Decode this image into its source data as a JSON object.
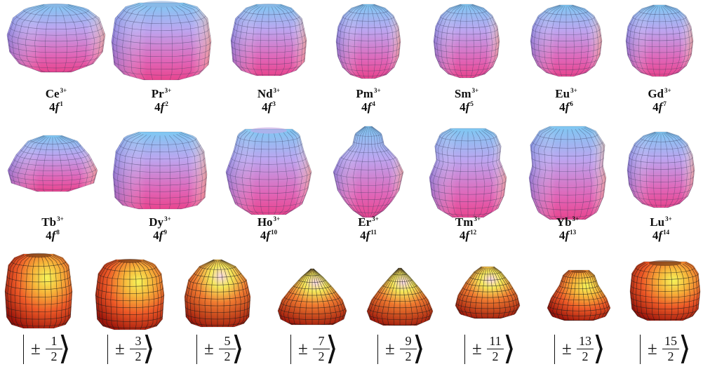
{
  "rows": {
    "row1": [
      {
        "symbol": "Ce",
        "charge": "3+",
        "config": "4f",
        "electrons": "1"
      },
      {
        "symbol": "Pr",
        "charge": "3+",
        "config": "4f",
        "electrons": "2"
      },
      {
        "symbol": "Nd",
        "charge": "3+",
        "config": "4f",
        "electrons": "3"
      },
      {
        "symbol": "Pm",
        "charge": "3+",
        "config": "4f",
        "electrons": "4"
      },
      {
        "symbol": "Sm",
        "charge": "3+",
        "config": "4f",
        "electrons": "5"
      },
      {
        "symbol": "Eu",
        "charge": "3+",
        "config": "4f",
        "electrons": "6"
      },
      {
        "symbol": "Gd",
        "charge": "3+",
        "config": "4f",
        "electrons": "7"
      }
    ],
    "row2": [
      {
        "symbol": "Tb",
        "charge": "3+",
        "config": "4f",
        "electrons": "8"
      },
      {
        "symbol": "Dy",
        "charge": "3+",
        "config": "4f",
        "electrons": "9"
      },
      {
        "symbol": "Ho",
        "charge": "3+",
        "config": "4f",
        "electrons": "10"
      },
      {
        "symbol": "Er",
        "charge": "3+",
        "config": "4f",
        "electrons": "11"
      },
      {
        "symbol": "Tm",
        "charge": "3+",
        "config": "4f",
        "electrons": "12"
      },
      {
        "symbol": "Yb",
        "charge": "3+",
        "config": "4f",
        "electrons": "13"
      },
      {
        "symbol": "Lu",
        "charge": "3+",
        "config": "4f",
        "electrons": "14"
      }
    ],
    "row3": [
      {
        "sign": "±",
        "numerator": "1",
        "denominator": "2"
      },
      {
        "sign": "±",
        "numerator": "3",
        "denominator": "2"
      },
      {
        "sign": "±",
        "numerator": "5",
        "denominator": "2"
      },
      {
        "sign": "±",
        "numerator": "7",
        "denominator": "2"
      },
      {
        "sign": "±",
        "numerator": "9",
        "denominator": "2"
      },
      {
        "sign": "±",
        "numerator": "11",
        "denominator": "2"
      },
      {
        "sign": "±",
        "numerator": "13",
        "denominator": "2"
      },
      {
        "sign": "±",
        "numerator": "15",
        "denominator": "2"
      }
    ]
  },
  "colors": {
    "pink_top": "#8fd0f4",
    "pink_mid": "#c89ef2",
    "pink_bottom": "#ea4f9f",
    "pink_grid": "#3a3a5a",
    "orange_highlight": "#f2f050",
    "orange_mid": "#f05a2a",
    "orange_dark": "#a8190c",
    "orange_grid": "#1a1a1a"
  },
  "icons": {
    "row1_shapes": "4f-charge-density-surface",
    "row2_shapes": "4f-charge-density-surface",
    "row3_shapes": "mj-state-charge-density-surface"
  }
}
